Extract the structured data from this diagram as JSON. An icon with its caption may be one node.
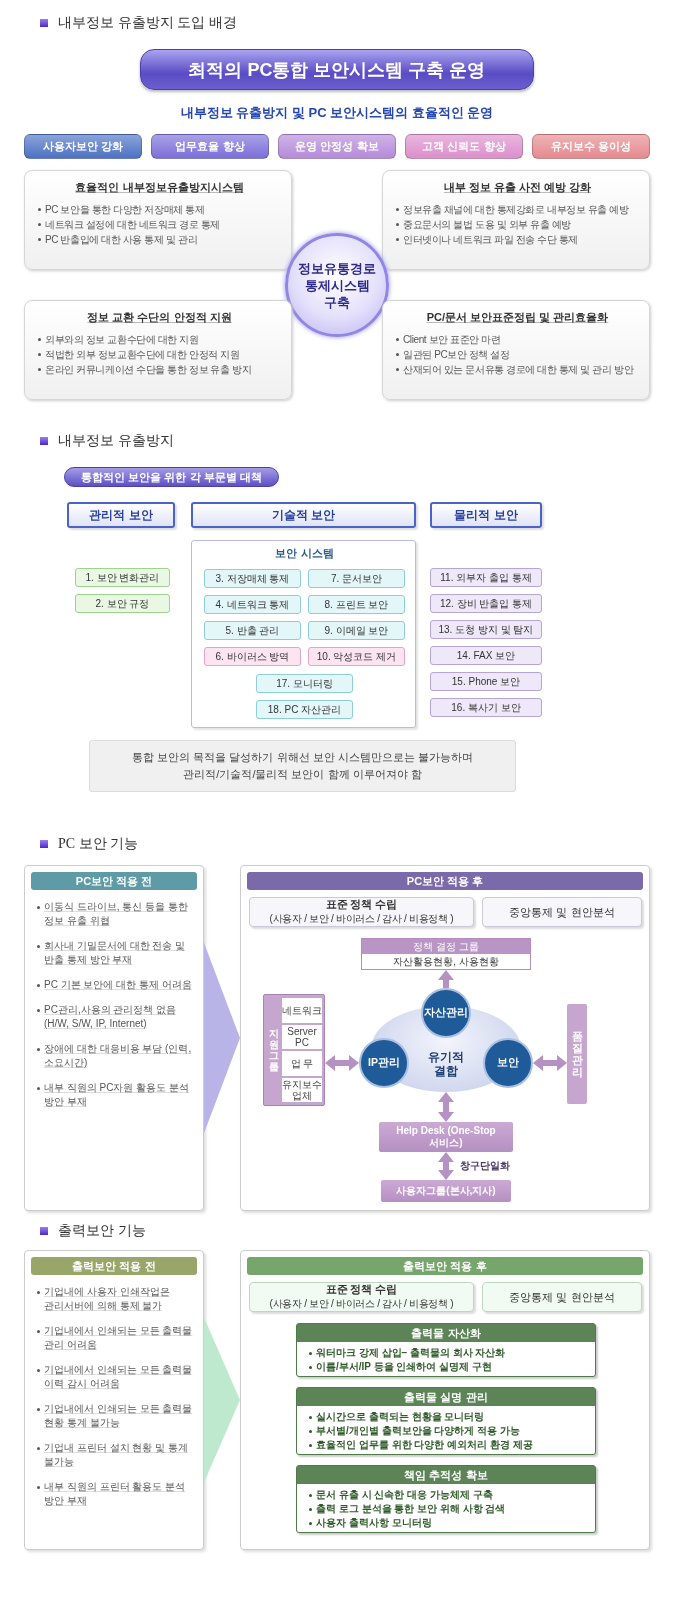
{
  "diagram": {
    "nodes": [
      {
        "text": [
          "최적의 PC통합 보안시스템 구축 운영"
        ]
      },
      {
        "text": [
          "사용자보안 강화"
        ]
      },
      {
        "text": [
          "업무효율 향상"
        ]
      },
      {
        "text": [
          "운영 안정성 확보"
        ]
      },
      {
        "text": [
          "고객 신뢰도 향상"
        ]
      },
      {
        "text": [
          "유지보수 용이성"
        ]
      },
      {
        "text": [
          "효율적인 내부정보유출방지시스템",
          "PC 보안을 통한 다양한 저장매체 통제",
          "네트워크 설정에 대한 네트워크 경로 통제",
          "PC 반출입에 대한 사용 통제 및 관리"
        ]
      },
      {
        "text": [
          "내부 정보 유출 사전 예방 강화",
          "정보유출 채널에 대한 통제강화로 내부정보 유출 예방",
          "중요문서의 불법 도용 및 외부 유출 예방",
          "인터넷이나 네트워크 파일 전송 수단 통제"
        ]
      },
      {
        "text": [
          "정보유통경로 통제시스템 구축"
        ]
      },
      {
        "text": [
          "정보 교환 수단의 안정적 지원",
          "외부와의 정보 교환수단에 대한 지원",
          "적법한 외부 정보교환수단에 대한 안정적 지원",
          "온라인 커뮤니케이션 수단을 통한 정보 유출 방지"
        ]
      },
      {
        "text": [
          "PC/문서 보안표준정립 및 관리효율화",
          "Client 보안 표준안 마련",
          "일관된 PC보안 정책 설정",
          "산재되어 있는 문서유통 경로에 대한 통제 및 관리 방안"
        ]
      },
      {
        "text": [
          "통합적인 보안을 위한 각 부문별 대책"
        ]
      },
      {
        "text": [
          "관리적 보안"
        ]
      },
      {
        "text": [
          "기술적 보안"
        ]
      },
      {
        "text": [
          "물리적 보안"
        ]
      },
      {
        "text": [
          "1. 보안 변화관리"
        ]
      },
      {
        "text": [
          "2. 보안 규정"
        ]
      },
      {
        "text": [
          "보안 시스템"
        ]
      },
      {
        "text": [
          "3. 저장매체 통제"
        ],
        "in": 17
      },
      {
        "text": [
          "7. 문서보안"
        ],
        "in": 17
      },
      {
        "text": [
          "4. 네트워크 통제"
        ],
        "in": 17
      },
      {
        "text": [
          "8. 프린트 보안"
        ],
        "in": 17
      },
      {
        "text": [
          "5. 반출 관리"
        ],
        "in": 17
      },
      {
        "text": [
          "9. 이메일 보안"
        ],
        "in": 17
      },
      {
        "text": [
          "6. 바이러스 방역"
        ],
        "in": 17
      },
      {
        "text": [
          "10. 악성코드 제거"
        ],
        "in": 17
      },
      {
        "text": [
          "17. 모니터링"
        ],
        "in": 17
      },
      {
        "text": [
          "18. PC 자산관리"
        ],
        "in": 17
      },
      {
        "text": [
          "11. 외부자 출입 통제"
        ]
      },
      {
        "text": [
          "12. 장비 반출입 통제"
        ]
      },
      {
        "text": [
          "13. 도청 방지 및 탐지"
        ]
      },
      {
        "text": [
          "14. FAX 보안"
        ]
      },
      {
        "text": [
          "15. Phone 보안"
        ]
      },
      {
        "text": [
          "16. 복사기 보안"
        ]
      },
      {
        "text": [
          "통합 보안의 목적을 달성하기 위해선 보안 시스템만으로는 불가능하며 관리적/기술적/물리적 보안이 함께 이루어져야 함"
        ]
      },
      {
        "text": [
          "PC보안 적용 전",
          "이동식 드라이브, 통신 등을 통한 정보 유출 위협",
          "회사내 기밀문서에 대한 전송 및 반출 통제 방안 부재",
          "PC 기본 보안에 대한 통제 어려움",
          "PC관리,사용의 관리정책 없음 (H/W, S/W, IP, Internet)",
          "장애에 대한 대응비용 부담 (인력, 소요시간)",
          "내부 직원의 PC자원 활용도 분석 방안 부재"
        ]
      },
      {
        "text": [
          "PC보안 적용 후"
        ]
      },
      {
        "text": [
          "표준 정책 수립",
          "(사용자 / 보안 / 바이러스 / 감사 / 비용정책 )"
        ],
        "in": 36
      },
      {
        "text": [
          "중앙통제 및 현안분석"
        ],
        "in": 36
      },
      {
        "text": [
          "정책 결정 그룹",
          "자산활용현황, 사용현황"
        ],
        "in": 36
      },
      {
        "text": [
          "지원그룹",
          "네트워크",
          "Server PC",
          "업 무",
          "유지보수 업체"
        ],
        "in": 36
      },
      {
        "text": [
          "유기적 결합"
        ],
        "in": 36
      },
      {
        "text": [
          "자산관리"
        ],
        "in": 36
      },
      {
        "text": [
          "IP관리"
        ],
        "in": 36
      },
      {
        "text": [
          "보안"
        ],
        "in": 36
      },
      {
        "text": [
          "품질관리"
        ],
        "in": 36
      },
      {
        "text": [
          "Help Desk (One-Stop 서비스)"
        ],
        "in": 36
      },
      {
        "text": [
          "사용자그룹(본사,지사)"
        ],
        "in": 36
      },
      {
        "text": [
          "출력보안 적용 전",
          "기업내에 사용자 인쇄작업은 관리서버에 의해 통제 불가",
          "기업내에서 인쇄되는 모든 출력물 관리 어려움",
          "기업내에서 인쇄되는 모든 출력물 이력 감시 어려움",
          "기업내에서 인쇄되는 모든 출력물 현황 통계 불가능",
          "기업내 프린터 설치 현황 및 통계 불가능",
          "내부 직원의 프린터 활용도 분석 방안 부재"
        ]
      },
      {
        "text": [
          "출력보안 적용 후"
        ]
      },
      {
        "text": [
          "표준 정책 수립",
          "(사용자 / 보안 / 바이러스 / 감사 / 비용정책 )"
        ],
        "in": 49
      },
      {
        "text": [
          "중앙통제 및 현안분석"
        ],
        "in": 49
      },
      {
        "text": [
          "출력물 자산화",
          "워터마크 강제 삽입– 출력물의 회사 자산화",
          "이름/부서/IP 등을 인쇄하여 실명제 구현"
        ],
        "in": 49
      },
      {
        "text": [
          "출력물 실명 관리",
          "실시간으로 출력되는 현황을 모니터링",
          "부서별/개인별 출력보안을 다양하게 적용 가능",
          "효율적인 업무를 위한 다양한 예외처리 환경 제공"
        ],
        "in": 49
      },
      {
        "text": [
          "책임 추적성 확보",
          "문서 유출 시 신속한 대응 가능체제 구축",
          "출력 로그 분석을 통한 보안 위해 사항 검색",
          "사용자 출력사항 모니터링"
        ],
        "in": 49
      }
    ],
    "edges": [
      {
        "from": 35,
        "to": 36,
        "arrow": "to",
        "color": "#b9b4e8"
      },
      {
        "from": 42,
        "to": 39,
        "arrow": "to"
      },
      {
        "from": 40,
        "to": 43,
        "arrow": "both"
      },
      {
        "from": 44,
        "to": 45,
        "arrow": "both"
      },
      {
        "from": 41,
        "to": 46,
        "arrow": "both"
      },
      {
        "from": 46,
        "to": 47,
        "arrow": "both",
        "label": "창구단일화"
      },
      {
        "from": 48,
        "to": 49,
        "arrow": "to",
        "color": "#bfe9cf"
      }
    ],
    "labels": [
      "내부정보 유출방지 도입 배경",
      "내부정보 유출방지 및 PC 보안시스템의 효율적인 운영",
      "내부정보 유출방지",
      "PC 보안 기능",
      "출력보안 기능"
    ]
  }
}
